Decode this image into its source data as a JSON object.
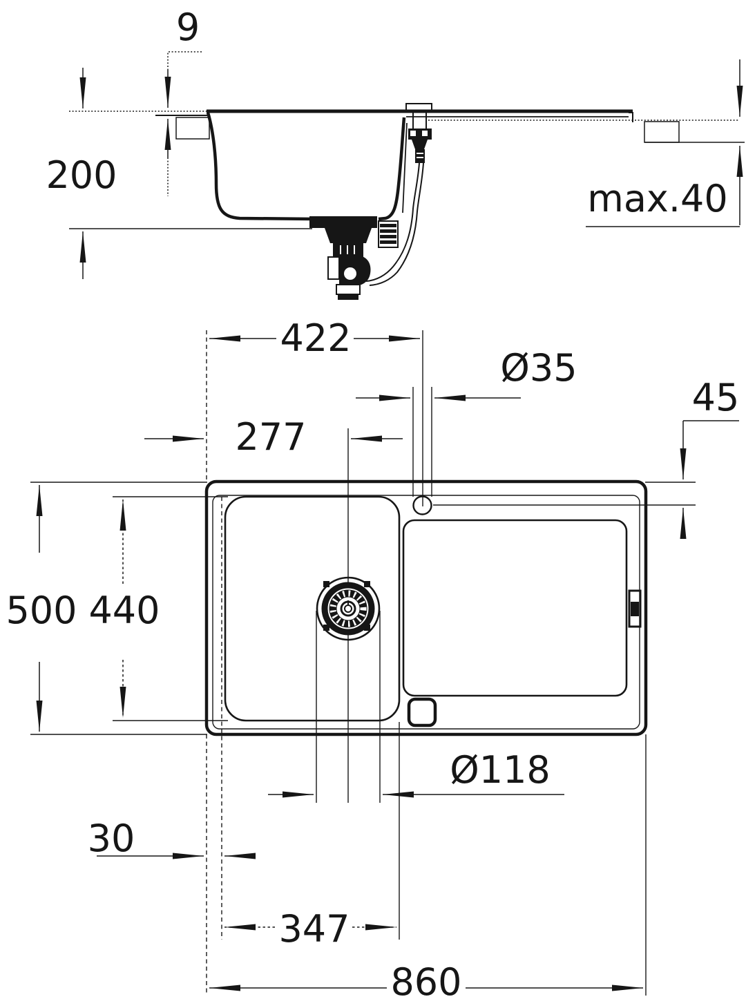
{
  "drawing": {
    "side_view": {
      "labels": {
        "rim_above_counter": "9",
        "bowl_depth": "200",
        "max_counter_thickness": "max.40"
      }
    },
    "plan_view": {
      "labels": {
        "tap_center_from_left": "422",
        "tap_hole_diameter": "Ø35",
        "tap_center_from_edge": "45",
        "drain_center_from_left": "277",
        "overall_depth": "500",
        "bowl_inner_depth": "440",
        "drain_diameter": "Ø118",
        "bowl_offset_from_edge": "30",
        "bowl_inner_width": "347",
        "overall_width": "860"
      }
    }
  }
}
